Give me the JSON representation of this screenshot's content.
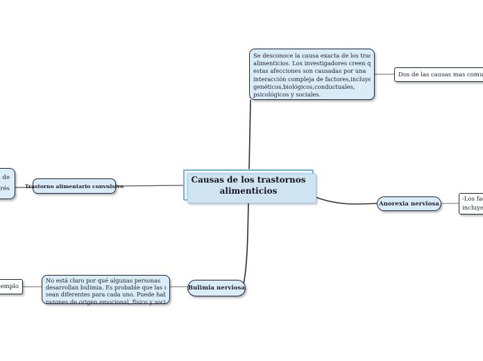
{
  "palette": {
    "node_fill": "#d9ecf8",
    "node_border": "#1a2438",
    "note_fill": "#fdfefe",
    "central_fill": "#d9ebf7",
    "central_border": "#6fb1d8",
    "central_backing": "#cfe3f1",
    "link_dark": "#2b2b2b",
    "link_gray": "#9a9a9a"
  },
  "map": {
    "central": {
      "title": "Causas de los trastornos\nalimenticios"
    },
    "top_note": {
      "text": "Se desconoce la causa exacta de los trastornos\nalimenticios. Los investigadores creen que\nestas afecciones son causadas por una\ninteracción compleja de factores,incluyendo\ngenéticos,biológicos,conductuales,\npsicológicos y sociales."
    },
    "causes_note": {
      "text": "Dos de las causas mas comunes so"
    },
    "stress_node": {
      "text": "a de\nrés"
    },
    "binge_node": {
      "label": "Trastorno alimentario convulsivo"
    },
    "anorexia_node": {
      "label": "Anorexia nerviosa"
    },
    "factors_note": {
      "text": "-Los facto\nincluyen"
    },
    "bulimia_node": {
      "label": "Bulimia nerviosa"
    },
    "bulimia_note": {
      "text": "No está claro por qué algunas personas\ndesarrollan bulimia. Es probable que las razones\nsean diferentes para cada uno. Puede haber\nrazones de origen emocional, físico y social."
    },
    "example_note": {
      "text": "ejemplo"
    }
  }
}
